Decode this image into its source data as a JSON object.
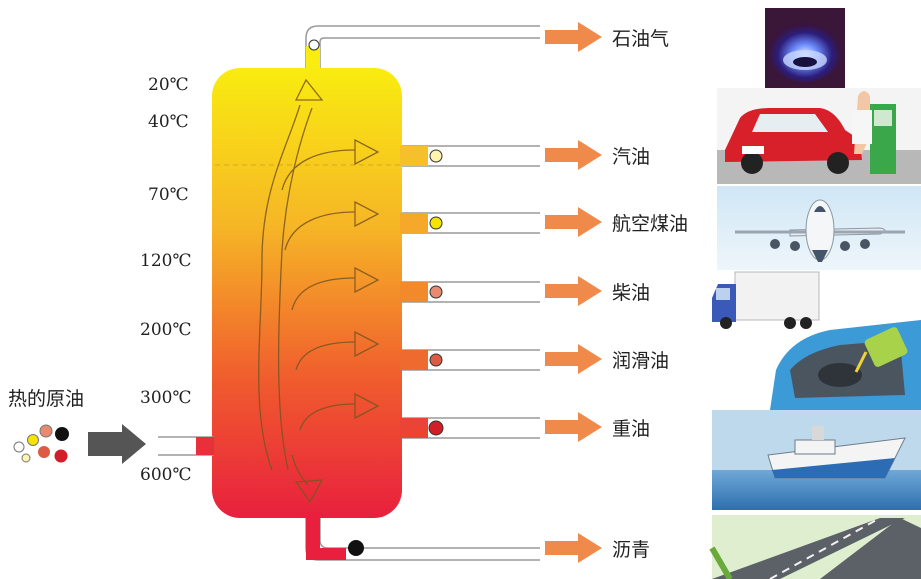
{
  "feed": {
    "label": "热的原油"
  },
  "temperatures": [
    "20℃",
    "40℃",
    "70℃",
    "120℃",
    "200℃",
    "300℃",
    "600℃"
  ],
  "products": [
    {
      "id": "petroleum-gas",
      "label": "石油气",
      "bead_color": "#ffffff",
      "picture": "gas-flame"
    },
    {
      "id": "gasoline",
      "label": "汽油",
      "bead_color": "#fff3b0",
      "picture": "car-refuelling"
    },
    {
      "id": "jet-fuel",
      "label": "航空煤油",
      "bead_color": "#f5e400",
      "picture": "airplane"
    },
    {
      "id": "diesel",
      "label": "柴油",
      "bead_color": "#e88a70",
      "picture": "truck"
    },
    {
      "id": "lubricating-oil",
      "label": "润滑油",
      "bead_color": "#dd5a45",
      "picture": "engine-oil-pouring"
    },
    {
      "id": "heavy-oil",
      "label": "重油",
      "bead_color": "#d21e28",
      "picture": "ship"
    },
    {
      "id": "asphalt",
      "label": "沥青",
      "bead_color": "#111111",
      "picture": "road"
    }
  ],
  "colors": {
    "column_top": "#f7e617",
    "column_mid": "#f6a02a",
    "column_bottom": "#e8243a",
    "arrow_orange": "#f08a4b",
    "feed_arrow": "#555555"
  }
}
